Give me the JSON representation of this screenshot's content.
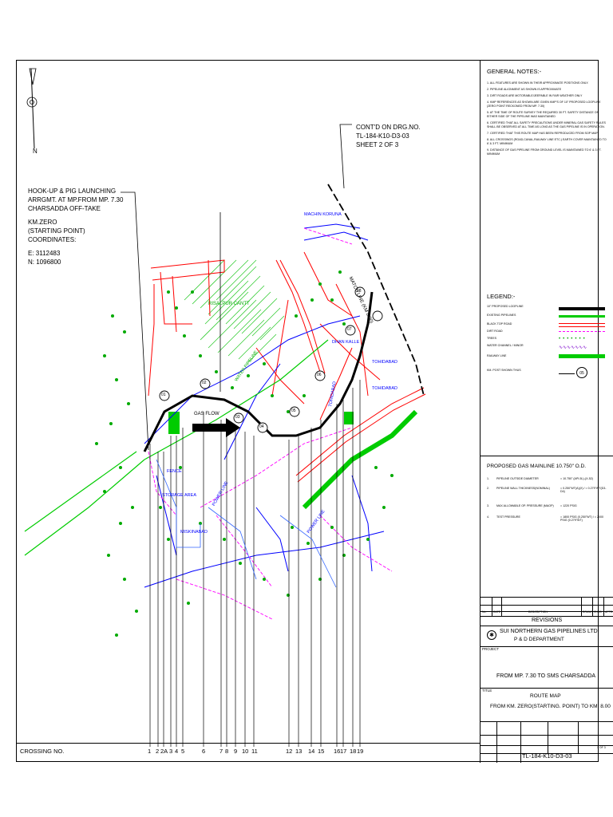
{
  "map_labels": {
    "north": "N",
    "contd_line1": "CONT'D ON DRG.NO.",
    "contd_line2": "TL-184-K10-D3-03",
    "contd_line3": "SHEET 2 OF 3",
    "hookup_line1": "HOOK-UP & PIG LAUNCHING",
    "hookup_line2": "ARRGMT. AT MP.FROM MP. 7.30",
    "hookup_line3": "CHARSADDA OFF-TAKE",
    "hookup_line4": "KM.ZERO",
    "hookup_line5": "(STARTING POINT)",
    "hookup_line6": "COORDINATES:",
    "hookup_line7": "E: 3112483",
    "hookup_line8": "N: 1096800",
    "risalpur": "RISALPUR CANTT",
    "gas_flow": "GAS FLOW",
    "water_pipeline": "WATER PIPELINE",
    "fence": "FENCE",
    "storage_area": "STORAGE AREA",
    "power_line": "POWER LINE",
    "miskinabad": "MISKINABAD",
    "power_line_2": "POWER LINE",
    "machin_koruna": "MACHIN KORUNA",
    "match_line": "MATCH LINE  (KM 8.00)",
    "dhan_kalle": "DHAN KALLE",
    "tohidabad": "TOHIDABAD",
    "tohidabad_2": "TOHIDABAD",
    "tohidabad_3": "TOHIDABAD",
    "km_markers": [
      "01",
      "02",
      "03",
      "04",
      "05",
      "06",
      "07",
      "08"
    ]
  },
  "crossing": {
    "label": "CROSSING NO.",
    "numbers": [
      "1",
      "2",
      "2A",
      "3",
      "4",
      "5",
      "6",
      "7",
      "8",
      "9",
      "10",
      "11",
      "12",
      "13",
      "14",
      "15",
      "16",
      "17",
      "18",
      "19"
    ]
  },
  "notes": {
    "title": "GENERAL NOTES:-",
    "items": [
      "1.  ALL FEATURES ARE SHOWN IN THEIR APPROXIMATE POSITIONS ONLY.",
      "2.  PIPELINE ALIGNMENT AS SHOWN IS APPROXIMATE",
      "3.  DIRT ROADS ARE MOTORABLE/JEEPABLE IN FAIR WEATHER ONLY",
      "4.  KMP REFERENCES AS SHOWN ARE GIVEN KMP'S OF 10\" PROPOSED LOOPLINE (ZERO POINT RECKONED FROM MP. 7.30)",
      "5.  AT THE TIME OF ROUTE SURVEY THE REQUIRED 30 FT. SAFETY DISTANCE ON EITHER SIDE OF THE PIPELINE WAS MAINTAINED",
      "6.  CERTIFIED THAT ALL SAFETY PRECAUTIONS UNDER MINERAL GAS SAFETY RULES SHALL BE OBSERVED AT ALL TIME AS LONG AS THE GAS PIPELINE IS IN OPERATION.",
      "7.  CERTIFIED THAT THIS ROUTE MAP HAS BEEN REPRODUCED FROM SOP MAP",
      "8.  ALL CROSSINGS (ROAD,CANAL,RAILWAY LINE ETC.) EARTH COVER MAINTAINED TO 6' & 3 FT. MINIMUM",
      "9.  DISTANCE OF GAS PIPELINE FROM GROUND LEVEL IS MAINTAINED TO 6' & 3 FT. MINIMUM"
    ]
  },
  "legend": {
    "title": "LEGEND:-",
    "items": [
      "10\" PROPOSED LOOPLINE",
      "EXISTING PIPELINES",
      "BLACK TOP ROAD",
      "DIRT ROAD",
      "TREES",
      "WATER CHANNEL / MINOR",
      "RAILWAY LINE",
      "KM. POST SHOWN THUS"
    ],
    "km_post": "05"
  },
  "proposed": {
    "title": "PROPOSED GAS MAINLINE 10.750\" O.D.",
    "rows": [
      {
        "no": "1.",
        "label": "PIPELINE OUTSIDE DIAMETER",
        "value": "= 10.750\" (API-5L)-(X-52)"
      },
      {
        "no": "2.",
        "label": "PIPELINE WALL THICKNESS(NOMINAL)",
        "value": "= 0.250\"WT(A)(X) / = 0.279\"WT(D3-D4)"
      },
      {
        "no": "3.",
        "label": "MAX ALLOWABLE OP. PRESSURE (MAOP)",
        "value": "= 1220 PSIG"
      },
      {
        "no": "4.",
        "label": "TEST PRESSURE",
        "value": "= 1800 PSIG (0.250\"WT) / = 2000 PSIG (0.279\"WT)"
      }
    ]
  },
  "title_block": {
    "rev_headers": [
      "No.",
      "DATE",
      "DESCRIPTION",
      "DRAWN",
      "CHKD",
      "APPD"
    ],
    "revisions": "REVISIONS",
    "company": "SUI NORTHERN GAS PIPELINES LTD.",
    "department": "P & D DEPARTMENT",
    "project_label": "PROJECT",
    "project": "FROM MP. 7.30 TO SMS CHARSADDA",
    "title_label": "TITLE",
    "title1": "ROUTE MAP",
    "title2": "FROM KM. ZERO(STARTING. POINT) TO KM. 8.00",
    "drawing_no": "TL-184-K10-D3-03",
    "sheet": "1 OF 3"
  },
  "colors": {
    "pipeline": "#000000",
    "existing": "#00cc00",
    "road": "#ff0000",
    "dirt": "#ff00ff",
    "tree": "#00aa00",
    "water": "#0000ff",
    "railway": "#00cc00"
  }
}
